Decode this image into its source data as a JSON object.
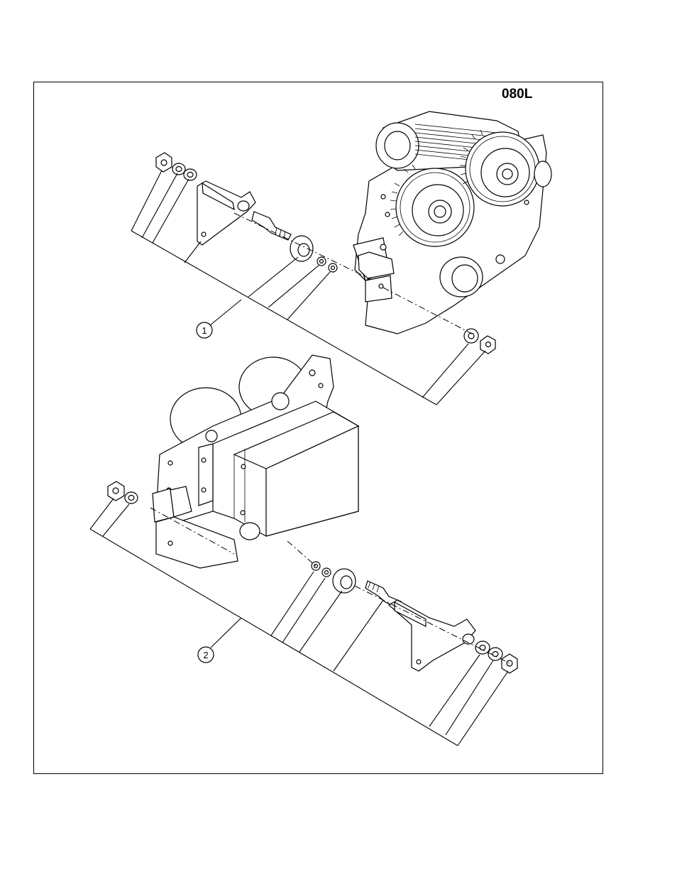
{
  "figure": {
    "code": "080L",
    "callouts": [
      {
        "number": "1"
      },
      {
        "number": "2"
      }
    ]
  },
  "icons": {
    "upper_assembly": "gear-motor-assembly-icon",
    "lower_assembly": "motor-housing-assembly-icon",
    "hardware": "nut-washer-bolt-icon"
  }
}
